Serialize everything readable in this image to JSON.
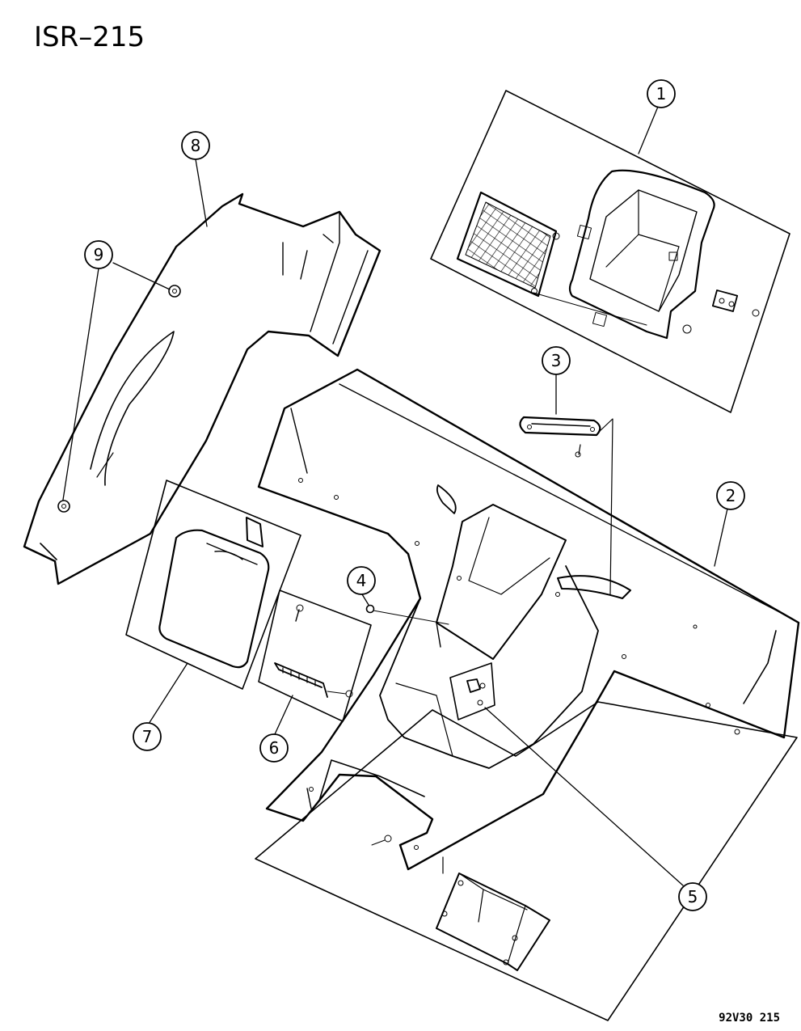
{
  "diagram": {
    "title": "ISR–215",
    "footer_code": "92V30 215",
    "callouts": [
      "1",
      "2",
      "3",
      "4",
      "5",
      "6",
      "7",
      "8",
      "9"
    ]
  }
}
